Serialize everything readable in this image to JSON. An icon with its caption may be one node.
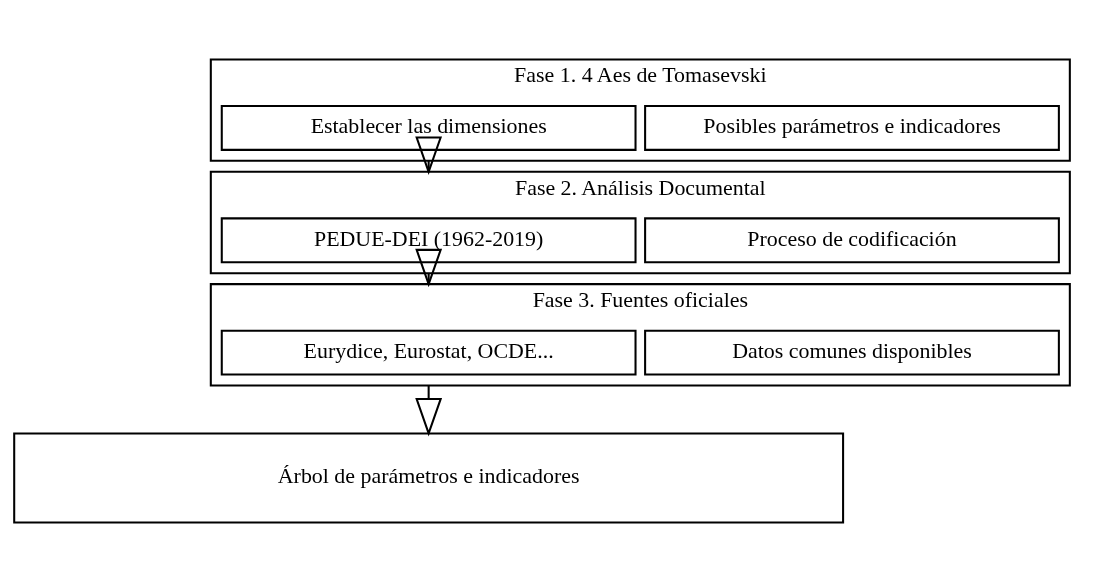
{
  "diagram": {
    "nodes": [
      {
        "text": [
          "Fase 1. 4 Aes de Tomasevski"
        ]
      },
      {
        "text": [
          "Establecer las dimensiones"
        ],
        "in": 0
      },
      {
        "text": [
          "Posibles parámetros e indicadores"
        ],
        "in": 0
      },
      {
        "text": [
          "Fase 2. Análisis Documental"
        ]
      },
      {
        "text": [
          "PEDUE-DEI (1962-2019)"
        ],
        "in": 3
      },
      {
        "text": [
          "Proceso de codificación"
        ],
        "in": 3
      },
      {
        "text": [
          "Fase 3. Fuentes oficiales"
        ]
      },
      {
        "text": [
          "Eurydice, Eurostat, OCDE..."
        ],
        "in": 6
      },
      {
        "text": [
          "Datos comunes disponibles"
        ],
        "in": 6
      },
      {
        "text": [
          "Árbol de parámetros e indicadores"
        ]
      }
    ],
    "edges": [
      {
        "from": 0,
        "to": 3,
        "arrow": "to"
      },
      {
        "from": 3,
        "to": 6,
        "arrow": "to"
      },
      {
        "from": 6,
        "to": 9,
        "arrow": "to"
      }
    ]
  }
}
